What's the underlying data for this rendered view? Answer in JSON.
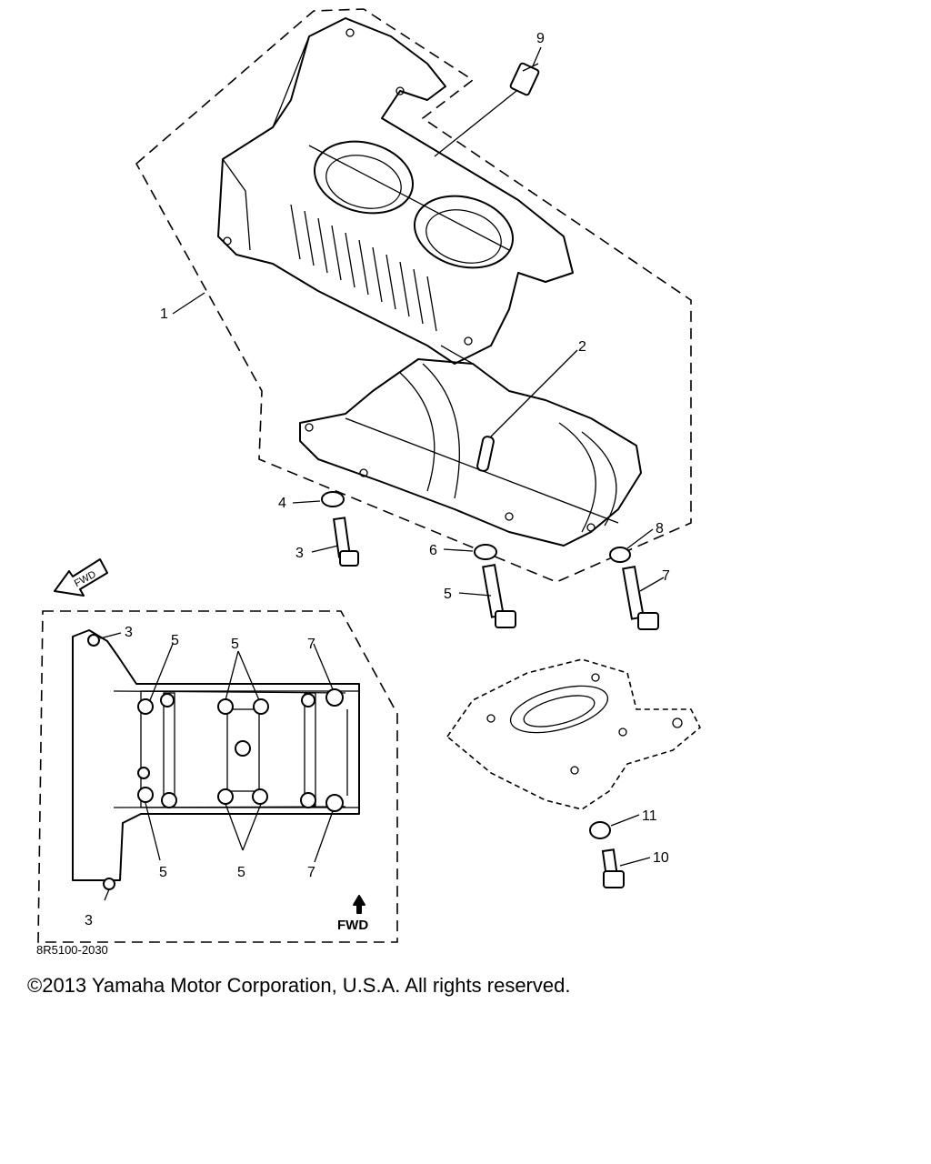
{
  "diagram": {
    "callouts": {
      "main_1": "1",
      "main_2": "2",
      "main_3": "3",
      "main_4": "4",
      "main_5": "5",
      "main_6": "6",
      "main_7": "7",
      "main_8": "8",
      "main_9": "9",
      "main_10": "10",
      "main_11": "11",
      "inset_3_top": "3",
      "inset_3_bottom": "3",
      "inset_5_top_left": "5",
      "inset_5_top_mid": "5",
      "inset_5_bottom_left": "5",
      "inset_5_bottom_mid": "5",
      "inset_7_top": "7",
      "inset_7_bottom": "7"
    },
    "fwd_label_arrow": "FWD",
    "fwd_label_inset": "FWD",
    "drawing_code": "8R5100-2030"
  },
  "footer": {
    "copyright": "©2013 Yamaha Motor Corporation, U.S.A. All rights reserved."
  }
}
